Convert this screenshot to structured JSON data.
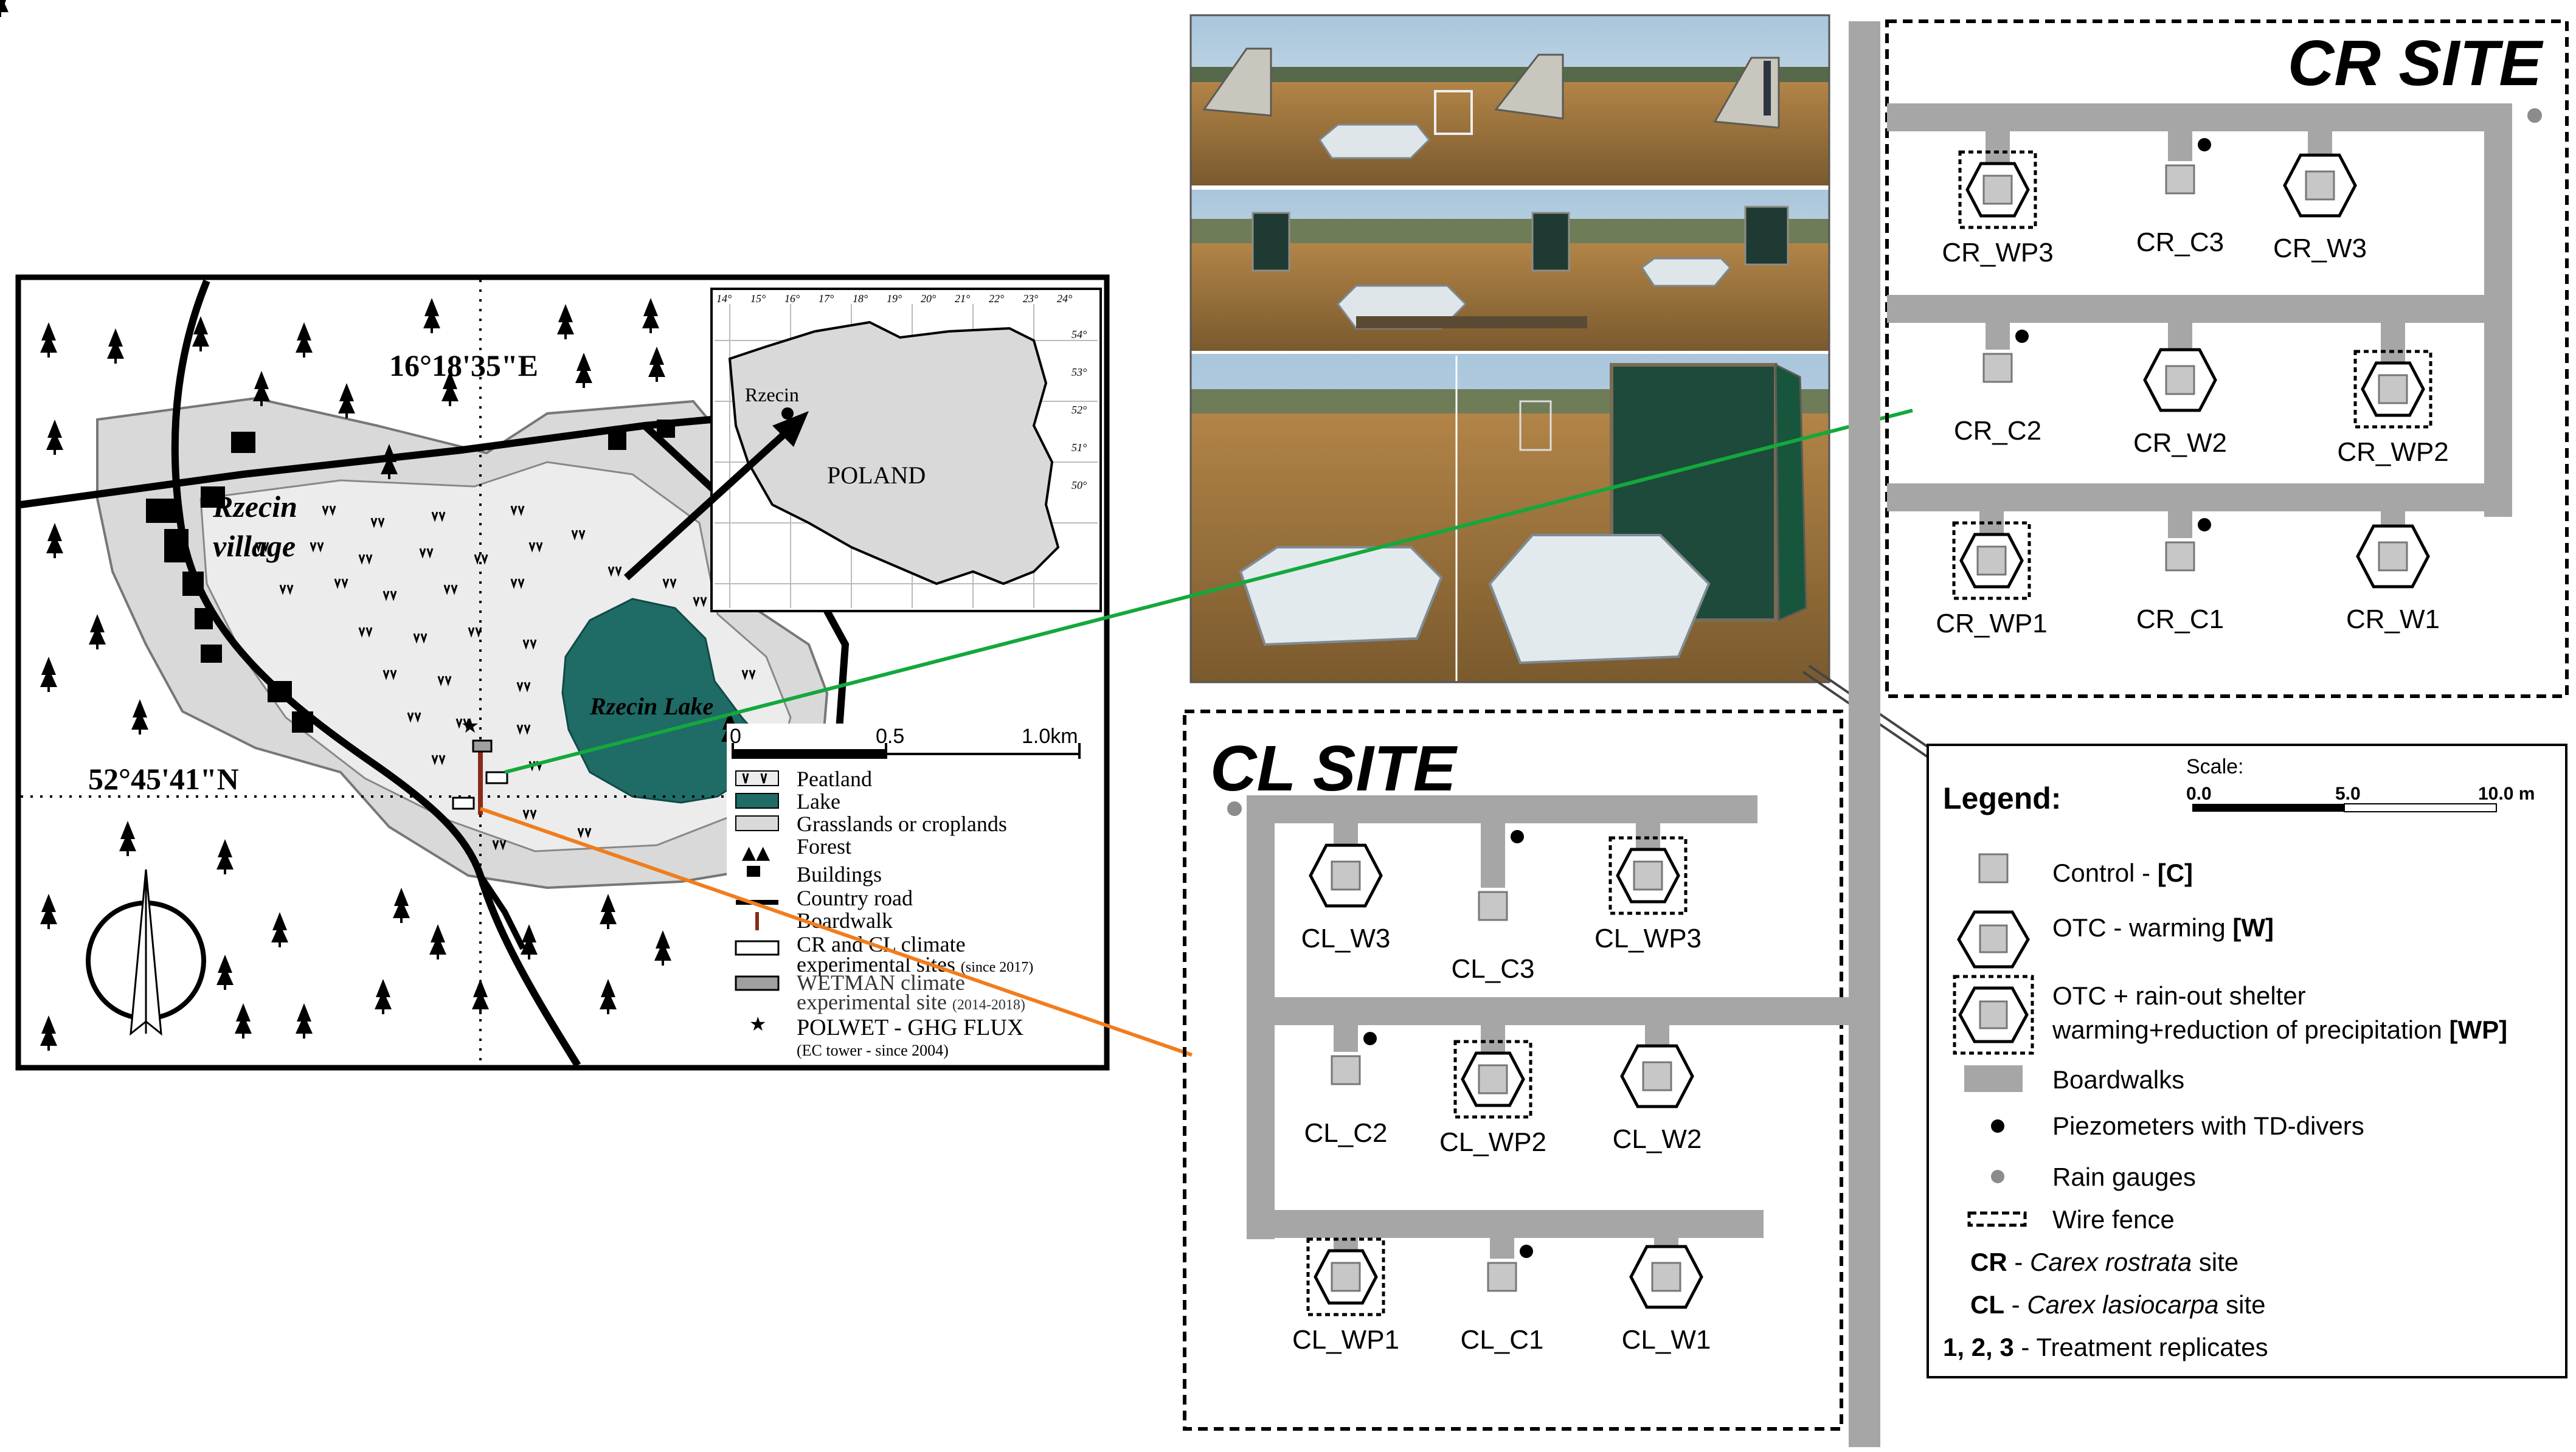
{
  "map": {
    "longitude_label": "16°18'35\"E",
    "latitude_label": "52°45'41\"N",
    "village_name_line1": "Rzecin",
    "village_name_line2": "village",
    "lake_name": "Rzecin Lake",
    "inset": {
      "country": "POLAND",
      "town": "Rzecin",
      "lon_ticks": [
        "14°",
        "15°",
        "16°",
        "17°",
        "18°",
        "19°",
        "20°",
        "21°",
        "22°",
        "23°",
        "24°"
      ],
      "lat_ticks": [
        "54°",
        "53°",
        "52°",
        "51°",
        "50°"
      ]
    },
    "scale": {
      "zero": "0",
      "mid": "0.5",
      "end": "1.0km"
    },
    "legend": [
      {
        "label": "Peatland"
      },
      {
        "label": "Lake"
      },
      {
        "label": "Grasslands or croplands"
      },
      {
        "label": "Forest"
      },
      {
        "label": "Buildings"
      },
      {
        "label": "Country road"
      },
      {
        "label": "Boardwalk"
      },
      {
        "label": "CR and CL climate",
        "label2": "experimental sites",
        "note": "(since 2017)"
      },
      {
        "label": "WETMAN climate",
        "label2": "experimental site",
        "note": "(2014-2018)"
      },
      {
        "label": "POLWET - GHG FLUX",
        "label2": "(EC tower - since 2004)"
      }
    ]
  },
  "cr_site": {
    "title": "CR SITE",
    "plots": [
      "CR_WP3",
      "CR_C3",
      "CR_W3",
      "CR_C2",
      "CR_W2",
      "CR_WP2",
      "CR_WP1",
      "CR_C1",
      "CR_W1"
    ]
  },
  "cl_site": {
    "title": "CL SITE",
    "plots": [
      "CL_W3",
      "CL_C3",
      "CL_WP3",
      "CL_C2",
      "CL_WP2",
      "CL_W2",
      "CL_WP1",
      "CL_C1",
      "CL_W1"
    ]
  },
  "legend": {
    "title": "Legend:",
    "scale_title": "Scale:",
    "scale_ticks": [
      "0.0",
      "5.0",
      "10.0 m"
    ],
    "items": [
      {
        "text": "Control - ",
        "bold": "[C]"
      },
      {
        "text": "OTC - warming ",
        "bold": "[W]"
      },
      {
        "text": "OTC + rain-out shelter",
        "text2": "warming+reduction of precipitation ",
        "bold": "[WP]"
      },
      {
        "text": "Boardwalks"
      },
      {
        "text": "Piezometers with TD-divers"
      },
      {
        "text": "Rain gauges"
      },
      {
        "text": "Wire fence"
      }
    ],
    "codes": [
      {
        "code": "CR",
        "sep": " - ",
        "name": "Carex rostrata",
        "tail": " site"
      },
      {
        "code": "CL",
        "sep": " - ",
        "name": "Carex lasiocarpa",
        "tail": " site"
      },
      {
        "code": "1, 2, 3",
        "sep": " - ",
        "name": "",
        "tail": "Treatment replicates"
      }
    ]
  },
  "colors": {
    "lake": "#1f6b66",
    "grassland": "#d9d9d9",
    "boardwalk": "#a6a6a6",
    "green_line": "#14a83c",
    "orange_line": "#f07d1e"
  }
}
